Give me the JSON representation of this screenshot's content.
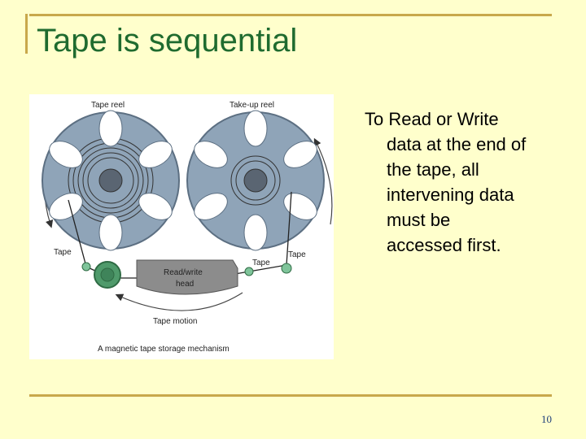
{
  "slide": {
    "title": "Tape is sequential",
    "body_lines": [
      "To Read or Write",
      "data at the end of",
      "the tape, all",
      "intervening data",
      "must be",
      "accessed first."
    ],
    "page_number": "10"
  },
  "figure": {
    "label_tape_reel": "Tape reel",
    "label_takeup_reel": "Take-up reel",
    "label_tape_left": "Tape",
    "label_tape_middle": "Tape",
    "label_tape_right": "Tape",
    "label_head_line1": "Read/write",
    "label_head_line2": "head",
    "label_tape_motion": "Tape motion",
    "caption": "A magnetic tape storage mechanism"
  },
  "colors": {
    "background": "#ffffcc",
    "title": "#1f6b2f",
    "rule": "#c8a84b",
    "reel": "#8fa4b8",
    "roller": "#4f9a6b"
  }
}
